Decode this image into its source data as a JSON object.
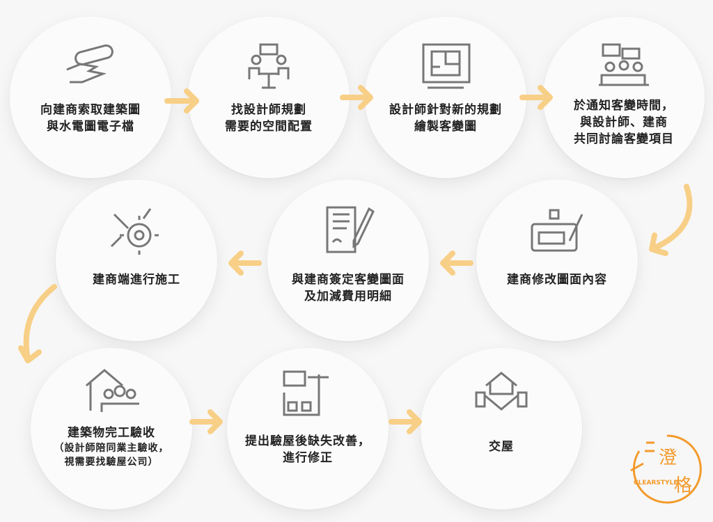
{
  "steps": [
    {
      "lines": [
        "向建商索取建築圖",
        "與水電圖電子檔"
      ],
      "icon": "blueprint-hand-icon"
    },
    {
      "lines": [
        "找設計師規劃",
        "需要的空間配置"
      ],
      "icon": "meeting-icon"
    },
    {
      "lines": [
        "設計師針對新的規劃",
        "繪製客變圖"
      ],
      "icon": "floorplan-icon"
    },
    {
      "lines": [
        "於通知客變時間，",
        "與設計師、建商",
        "共同討論客變項目"
      ],
      "icon": "discussion-icon"
    },
    {
      "lines": [
        "建商修改圖面內容"
      ],
      "icon": "tablet-drawing-icon"
    },
    {
      "lines": [
        "與建商簽定客變圖面",
        "及加減費用明細"
      ],
      "icon": "contract-pen-icon"
    },
    {
      "lines": [
        "建商端進行施工"
      ],
      "icon": "tools-gear-icon"
    },
    {
      "lines": [
        "建築物完工驗收"
      ],
      "sub": [
        "（設計師陪同業主驗收，",
        "視需要找驗屋公司）"
      ],
      "icon": "house-workers-icon"
    },
    {
      "lines": [
        "提出驗屋後缺失改善，",
        "進行修正"
      ],
      "icon": "checklist-icon"
    },
    {
      "lines": [
        "交屋"
      ],
      "icon": "house-handshake-icon"
    }
  ],
  "logo": {
    "text": "CLEARSTYLE",
    "chinese": "澄格"
  },
  "colors": {
    "arrow": "#f8cf86",
    "logo": "#f39a2b",
    "icon": "#777777"
  }
}
